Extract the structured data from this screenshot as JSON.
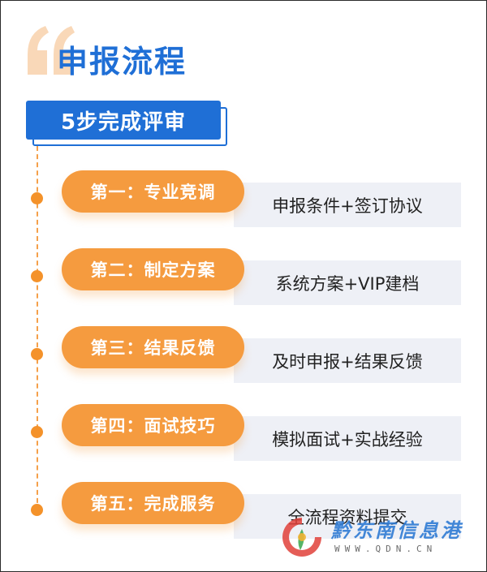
{
  "header": {
    "title": "申报流程"
  },
  "badge": {
    "label": "5步完成评审"
  },
  "steps": [
    {
      "label": "第一：专业竞调",
      "desc": "申报条件+签订协议"
    },
    {
      "label": "第二：制定方案",
      "desc": "系统方案+VIP建档"
    },
    {
      "label": "第三：结果反馈",
      "desc": "及时申报+结果反馈"
    },
    {
      "label": "第四：面试技巧",
      "desc": "模拟面试+实战经验"
    },
    {
      "label": "第五：完成服务",
      "desc": "全流程资料提交"
    }
  ],
  "watermark": {
    "name": "黔东南信息港",
    "url": "WWW.QDN.CN"
  },
  "colors": {
    "primary_blue": "#1f6fd6",
    "accent_orange": "#f59b3f",
    "desc_bg": "#eef0f6"
  }
}
